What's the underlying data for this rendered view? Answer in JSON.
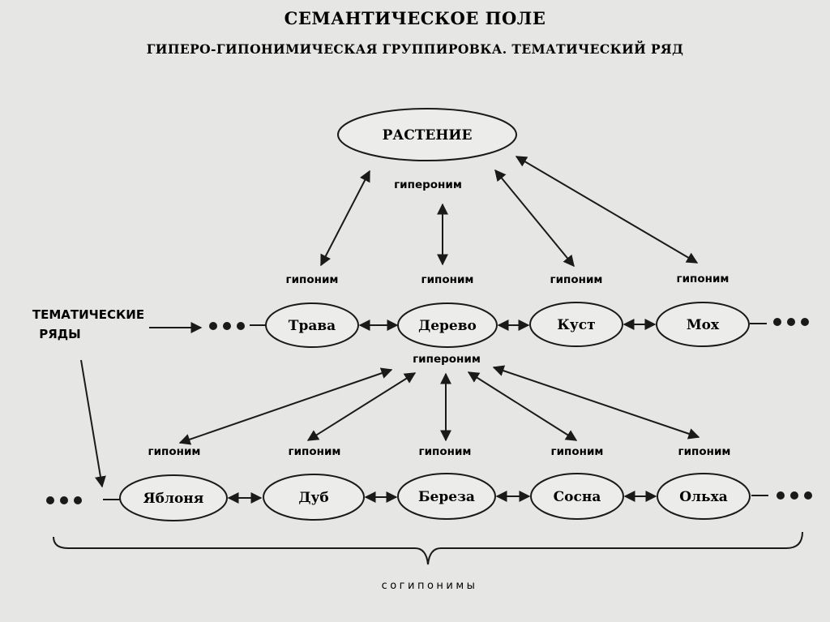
{
  "title": "СЕМАНТИЧЕСКОЕ ПОЛЕ",
  "subtitle": "ГИПЕРО-ГИПОНИМИЧЕСКАЯ ГРУППИРОВКА. ТЕМАТИЧЕСКИЙ РЯД",
  "root": "РАСТЕНИЕ",
  "hyperonym_label": "гипероним",
  "hyponym_label": "гипоним",
  "side_label_line1": "ТЕМАТИЧЕСКИЕ",
  "side_label_line2": "РЯДЫ",
  "row1": [
    "Трава",
    "Дерево",
    "Куст",
    "Мох"
  ],
  "row2": [
    "Яблоня",
    "Дуб",
    "Береза",
    "Сосна",
    "Ольха"
  ],
  "cohyponyms_label": "согипонимы"
}
